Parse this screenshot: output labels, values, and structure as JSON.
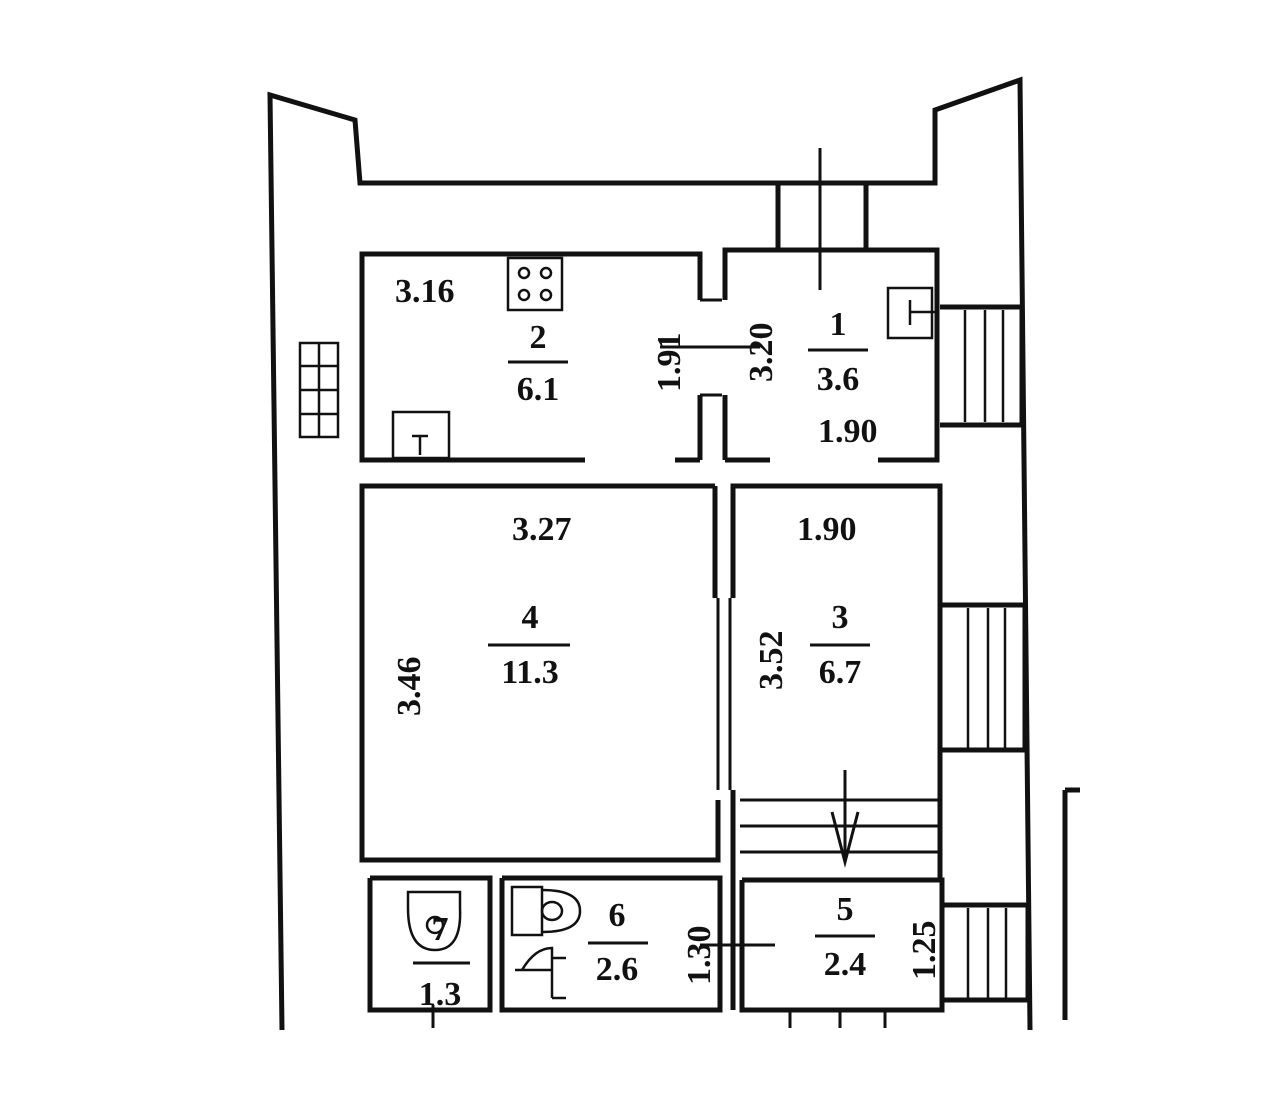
{
  "rooms": [
    {
      "number": "1",
      "area": "3.6"
    },
    {
      "number": "2",
      "area": "6.1"
    },
    {
      "number": "3",
      "area": "6.7"
    },
    {
      "number": "4",
      "area": "11.3"
    },
    {
      "number": "5",
      "area": "2.4"
    },
    {
      "number": "6",
      "area": "2.6"
    },
    {
      "number": "7",
      "area": "1.3"
    }
  ],
  "dimensions": {
    "room2_width": "3.16",
    "room2_depth": "1.91",
    "room1_depth": "3.20",
    "room1_width": "1.90",
    "room4_width": "3.27",
    "room4_depth": "3.46",
    "room3_width": "1.90",
    "room3_depth": "3.52",
    "room6_depth": "1.30",
    "room5_depth": "1.25"
  },
  "fixtures": [
    "stove-icon",
    "sink-icon",
    "radiator-icon",
    "toilet-icon",
    "bathtub-icon",
    "washbasin-icon",
    "stair-icon",
    "entry-arrow-icon"
  ],
  "colors": {
    "ink": "#111111",
    "paper": "#ffffff"
  }
}
